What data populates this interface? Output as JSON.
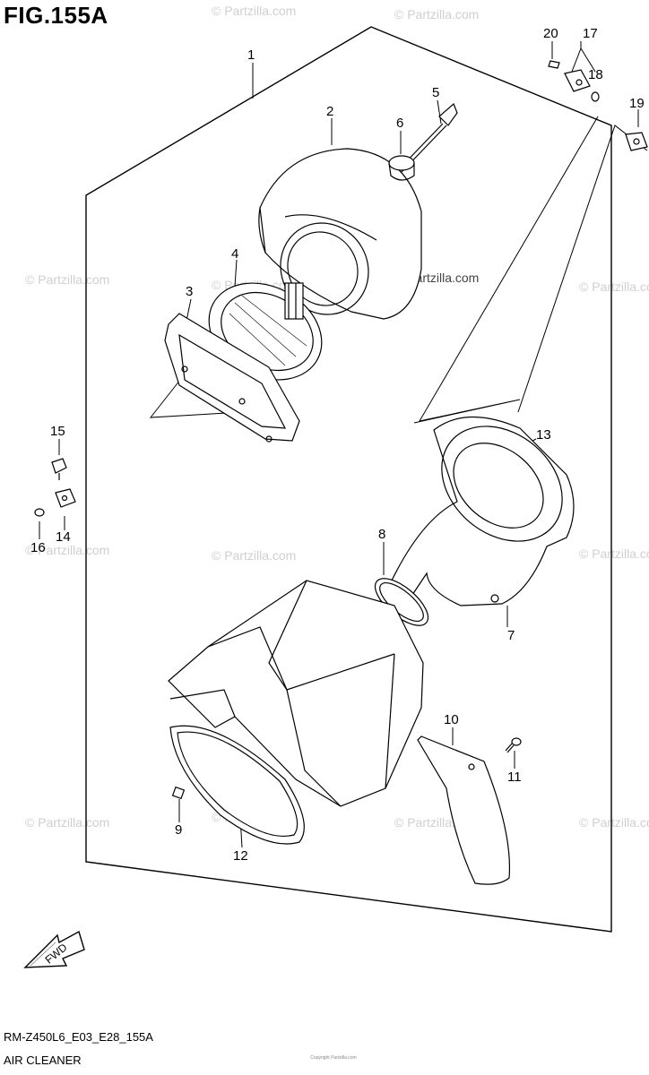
{
  "figure": {
    "title": "FIG.155A",
    "code": "RM-Z450L6_E03_E28_155A",
    "name": "AIR CLEANER",
    "fwd_label": "FWD"
  },
  "watermark": "© Partzilla.com",
  "callouts": [
    "1",
    "2",
    "3",
    "4",
    "5",
    "6",
    "7",
    "8",
    "9",
    "10",
    "11",
    "12",
    "13",
    "14",
    "15",
    "16",
    "17",
    "18",
    "19",
    "20"
  ],
  "copyright": "Copyright Partzilla.com"
}
